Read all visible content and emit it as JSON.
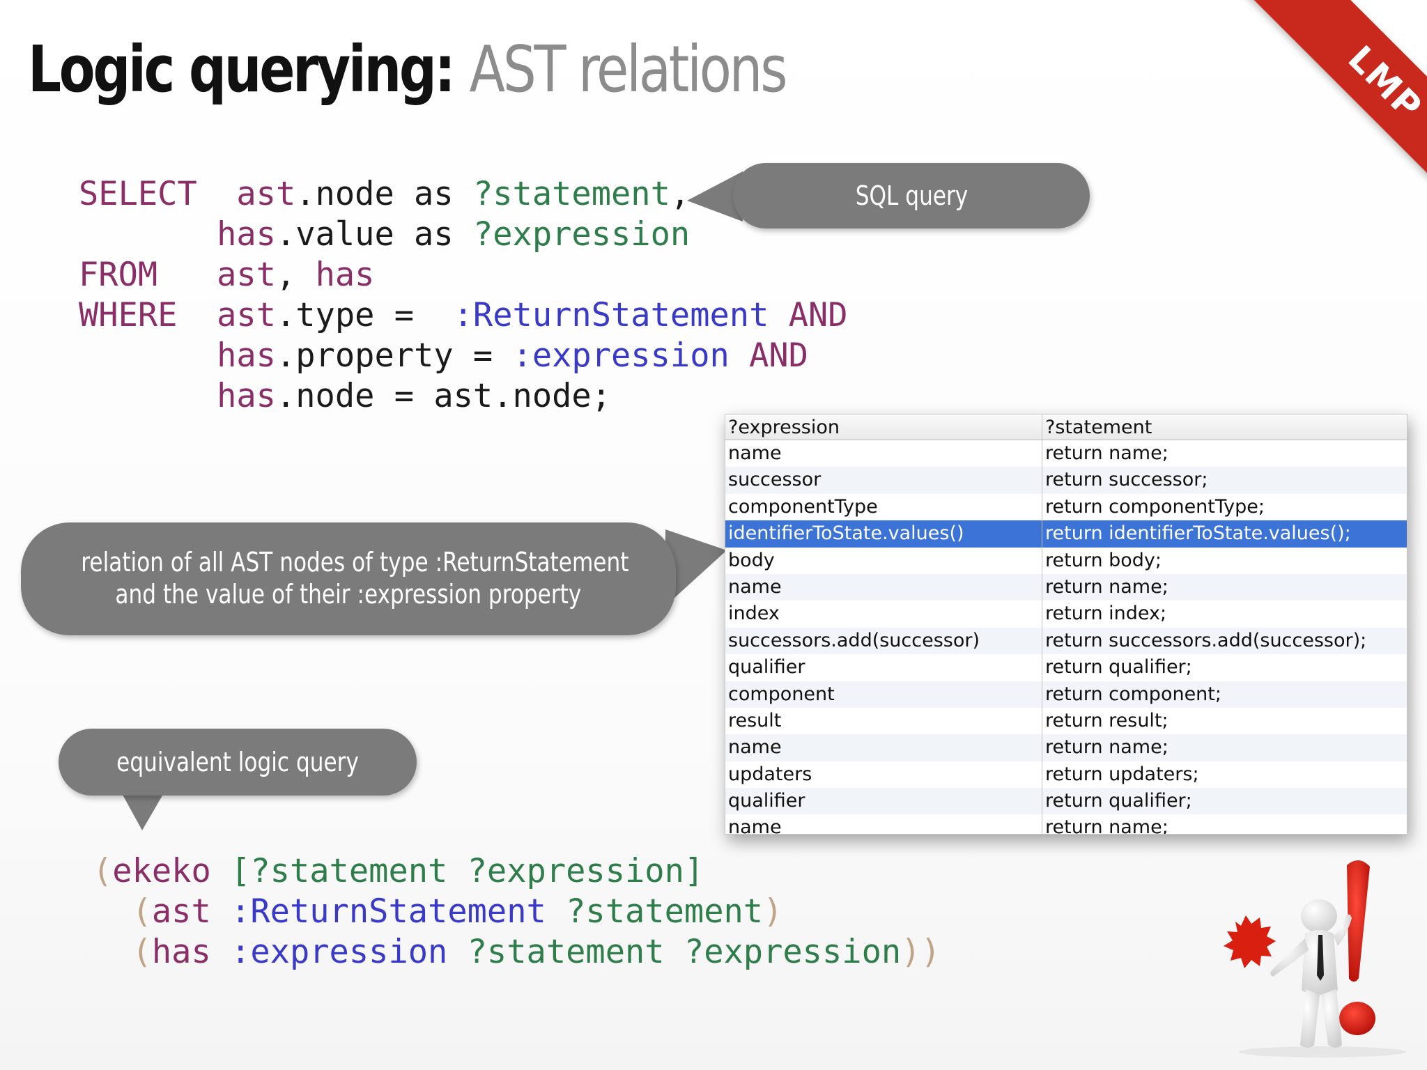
{
  "slide": {
    "title_main": "Logic querying:",
    "title_sub": "AST relations",
    "ribbon_label": "LMP"
  },
  "sql": {
    "l1_kw": "SELECT",
    "l1_tbl": "ast",
    "l1_rest": ".node as ",
    "l1_var": "?statement",
    "l1_end": ",",
    "l2_tbl": "has",
    "l2_rest": ".value as ",
    "l2_var": "?expression",
    "l3_kw": "FROM",
    "l3_t1": "ast",
    "l3_comma": ", ",
    "l3_t2": "has",
    "l4_kw": "WHERE",
    "l4_tbl": "ast",
    "l4_rest": ".type =  ",
    "l4_sym": ":ReturnStatement",
    "l4_and": "AND",
    "l5_tbl": "has",
    "l5_rest": ".property = ",
    "l5_sym": ":expression",
    "l5_and": "AND",
    "l6_tbl": "has",
    "l6_rest": ".node = ast.node;"
  },
  "callouts": {
    "sql_query": "SQL query",
    "relation_line1": "relation of all  AST nodes of type :ReturnStatement",
    "relation_line2": "and the value of their :expression property",
    "equivalent": "equivalent logic query"
  },
  "logic": {
    "l1_open": "(",
    "l1_fn": "ekeko",
    "l1_args": " [?statement ?expression]",
    "l2_open": "(",
    "l2_fn": "ast",
    "l2_sym": " :ReturnStatement",
    "l2_var": " ?statement",
    "l2_close": ")",
    "l3_open": "(",
    "l3_fn": "has",
    "l3_sym": " :expression",
    "l3_vars": " ?statement ?expression",
    "l3_close": "))"
  },
  "results": {
    "columns": [
      "?expression",
      "?statement"
    ],
    "selected_row": 3,
    "rows": [
      [
        "name",
        "return name;"
      ],
      [
        "successor",
        "return successor;"
      ],
      [
        "componentType",
        "return componentType;"
      ],
      [
        "identifierToState.values()",
        "return identifierToState.values();"
      ],
      [
        "body",
        "return body;"
      ],
      [
        "name",
        "return name;"
      ],
      [
        "index",
        "return index;"
      ],
      [
        "successors.add(successor)",
        "return successors.add(successor);"
      ],
      [
        "qualifier",
        "return qualifier;"
      ],
      [
        "component",
        "return component;"
      ],
      [
        "result",
        "return result;"
      ],
      [
        "name",
        "return name;"
      ],
      [
        "updaters",
        "return updaters;"
      ],
      [
        "qualifier",
        "return qualifier;"
      ],
      [
        "name",
        "return name;"
      ]
    ]
  },
  "colors": {
    "ribbon": "#c9281c",
    "callout": "#7b7b7b",
    "keyword": "#8a2e67",
    "variable": "#2e7d4a",
    "symbol": "#3a3ac8",
    "selection": "#3b73d6"
  },
  "figure": {
    "icon": "person-with-exclamation-icon"
  }
}
